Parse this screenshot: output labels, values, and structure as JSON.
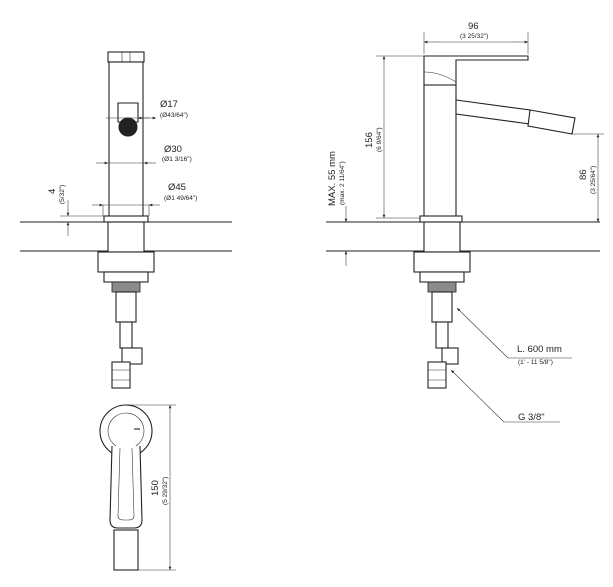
{
  "dimensions": {
    "d17": {
      "value": "Ø17",
      "imperial": "(Ø43/64\")"
    },
    "d30": {
      "value": "Ø30",
      "imperial": "(Ø1 3/16\")"
    },
    "d45": {
      "value": "Ø45",
      "imperial": "(Ø1 49/64\")"
    },
    "t4": {
      "value": "4",
      "imperial": "(5/32\")"
    },
    "w96": {
      "value": "96",
      "imperial": "(3 25/32\")"
    },
    "h156": {
      "value": "156",
      "imperial": "(6 9/64\")"
    },
    "max55": {
      "value": "MAX. 55 mm",
      "imperial": "(max. 2 11/64\")"
    },
    "h86": {
      "value": "86",
      "imperial": "(3 25/64\")"
    },
    "hose": {
      "value": "L. 600 mm",
      "imperial": "(1' - 11 5/8\")"
    },
    "thread": {
      "value": "G 3/8\""
    },
    "l150": {
      "value": "150",
      "imperial": "(5 29/32\")"
    }
  }
}
